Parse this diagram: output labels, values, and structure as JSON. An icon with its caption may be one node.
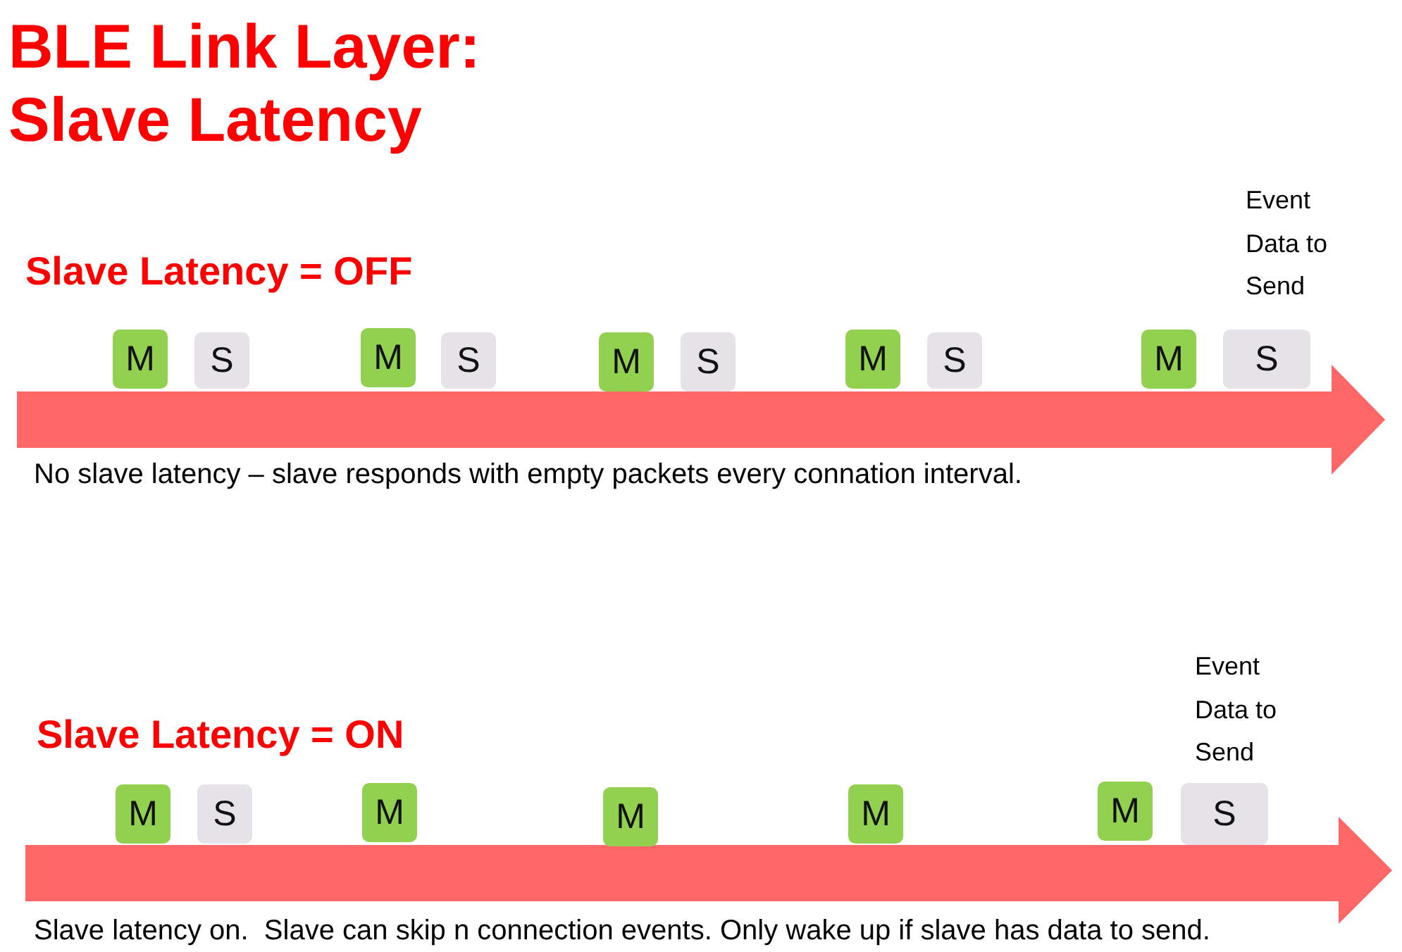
{
  "diagram": {
    "title": "BLE Link Layer: Slave Latency",
    "nodes": [
      {
        "text": [
          "M"
        ]
      },
      {
        "text": [
          "S"
        ]
      },
      {
        "text": [
          "M"
        ]
      },
      {
        "text": [
          "S"
        ]
      },
      {
        "text": [
          "M"
        ]
      },
      {
        "text": [
          "S"
        ]
      },
      {
        "text": [
          "M"
        ]
      },
      {
        "text": [
          "S"
        ]
      },
      {
        "text": [
          "M"
        ]
      },
      {
        "text": [
          "S"
        ],
        "beside": [
          "Event Data to Send"
        ]
      },
      {
        "text": [
          "M"
        ]
      },
      {
        "text": [
          "S"
        ]
      },
      {
        "text": [
          "M"
        ]
      },
      {
        "text": [
          "M"
        ]
      },
      {
        "text": [
          "M"
        ]
      },
      {
        "text": [
          "M"
        ]
      },
      {
        "text": [
          "S"
        ],
        "beside": [
          "Event Data to Send"
        ]
      }
    ],
    "labels": [
      "Slave Latency = OFF",
      "No slave latency – slave responds with empty packets every connation interval.",
      "Slave Latency = ON",
      "Slave latency on.  Slave can skip n connection events. Only wake up if slave has data to send."
    ]
  }
}
